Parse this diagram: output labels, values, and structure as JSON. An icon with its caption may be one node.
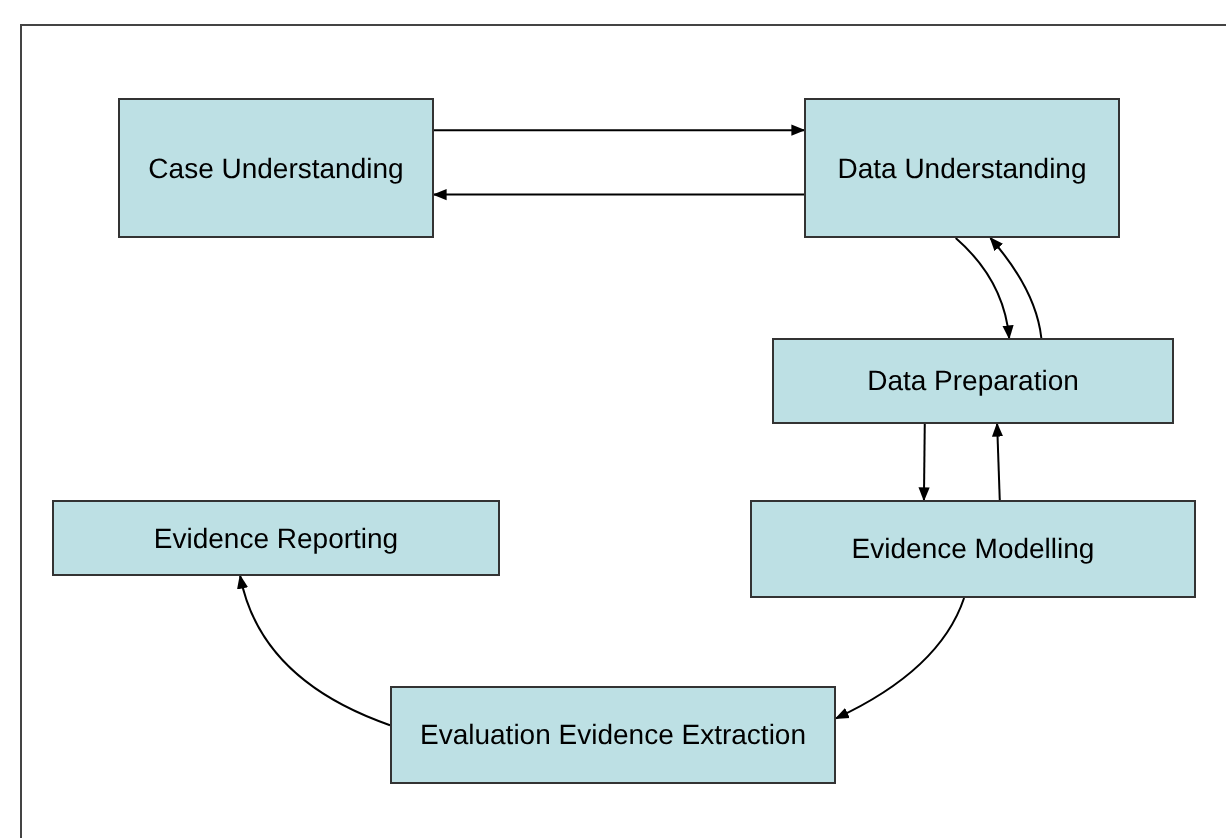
{
  "diagram": {
    "nodes": [
      {
        "text": [
          "Case Understanding"
        ]
      },
      {
        "text": [
          "Data Understanding"
        ]
      },
      {
        "text": [
          "Data Preparation"
        ]
      },
      {
        "text": [
          "Evidence Modelling"
        ]
      },
      {
        "text": [
          "Evidence Reporting"
        ]
      },
      {
        "text": [
          "Evaluation Evidence Extraction"
        ]
      }
    ],
    "edges": [
      {
        "from": 0,
        "to": 1,
        "arrow": "to"
      },
      {
        "from": 1,
        "to": 0,
        "arrow": "to"
      },
      {
        "from": 1,
        "to": 2,
        "arrow": "to"
      },
      {
        "from": 2,
        "to": 1,
        "arrow": "to"
      },
      {
        "from": 2,
        "to": 3,
        "arrow": "to"
      },
      {
        "from": 3,
        "to": 2,
        "arrow": "to"
      },
      {
        "from": 3,
        "to": 5,
        "arrow": "to"
      },
      {
        "from": 5,
        "to": 4,
        "arrow": "to"
      }
    ]
  }
}
